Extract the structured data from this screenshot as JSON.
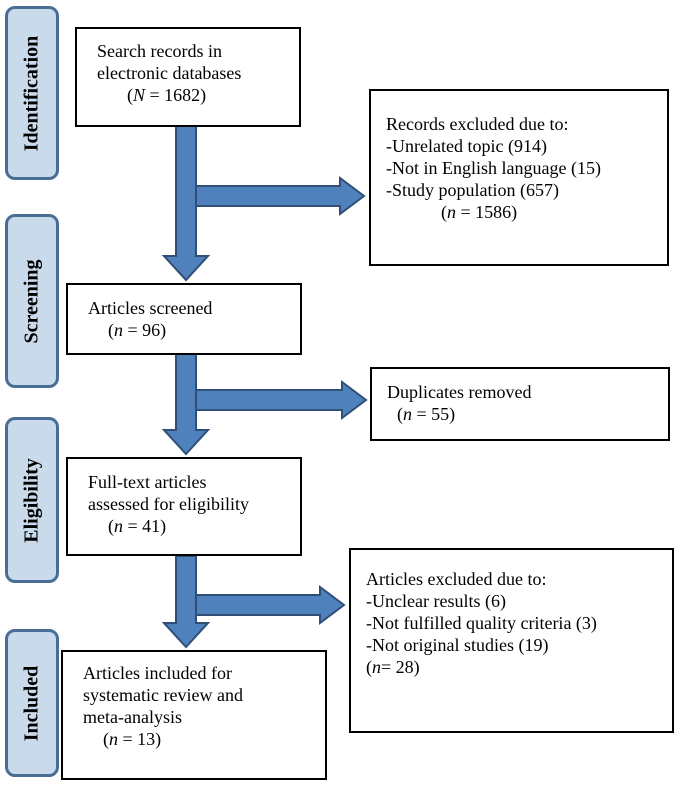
{
  "stages": {
    "identification": "Identification",
    "screening": "Screening",
    "eligibility": "Eligibility",
    "included": "Included"
  },
  "boxes": {
    "search": {
      "lines": [
        "Search records in",
        "electronic databases"
      ],
      "count_var": "N",
      "count_rest": " = 1682)"
    },
    "excluded1": {
      "title": "Records excluded due to:",
      "items": [
        "-Unrelated topic (914)",
        "-Not in English language (15)",
        "-Study population (657)"
      ],
      "count_var": "n",
      "count_rest": " = 1586)"
    },
    "screened": {
      "lines": [
        "Articles screened"
      ],
      "count_var": "n",
      "count_rest": " = 96)"
    },
    "duplicates": {
      "lines": [
        "Duplicates removed"
      ],
      "count_var": "n",
      "count_rest": " = 55)"
    },
    "fulltext": {
      "lines": [
        "Full-text articles",
        "assessed for eligibility"
      ],
      "count_var": "n",
      "count_rest": " = 41)"
    },
    "excluded2": {
      "title": "Articles excluded due to:",
      "items": [
        "-Unclear results (6)",
        "-Not fulfilled quality criteria (3)",
        "-Not original studies (19)"
      ],
      "count_var": "n",
      "count_rest": "= 28)"
    },
    "included": {
      "lines": [
        "Articles included for",
        "systematic review and",
        "meta-analysis"
      ],
      "count_var": "n",
      "count_rest": " = 13)"
    }
  },
  "colors": {
    "arrow_fill": "#4f81bd",
    "arrow_stroke": "#2f4f77",
    "stage_fill": "#c9daeb",
    "stage_border": "#4a6d96"
  }
}
